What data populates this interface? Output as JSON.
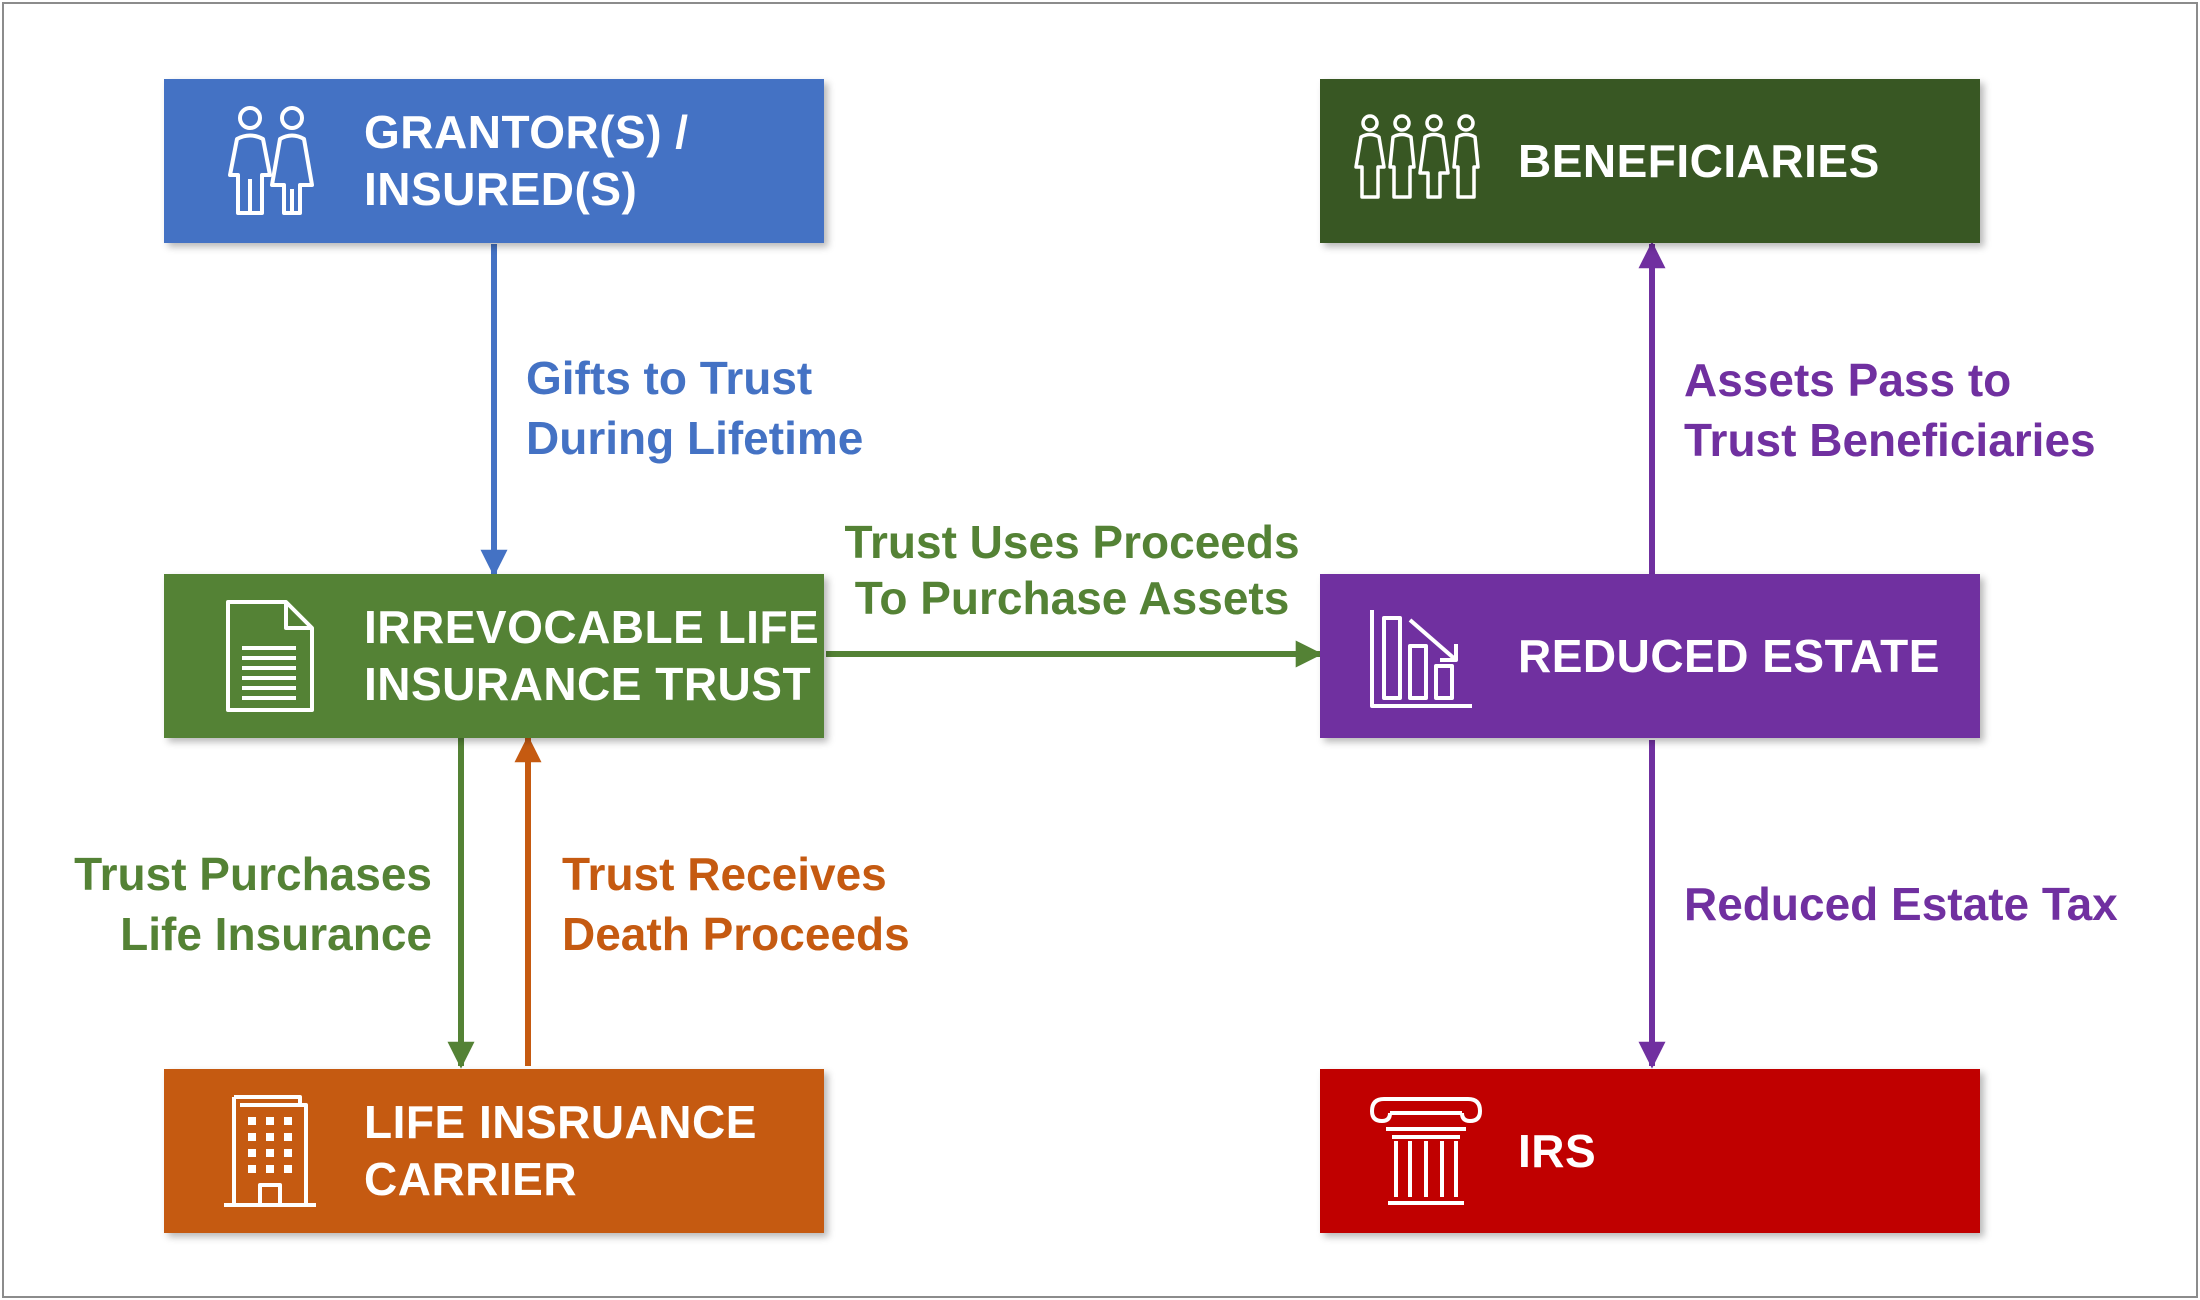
{
  "nodes": {
    "grantor": {
      "label": "GRANTOR(S) /\nINSURED(S)",
      "icon": "couple-icon",
      "color": "#4472c4"
    },
    "beneficiaries": {
      "label": "BENEFICIARIES",
      "icon": "group-of-people-icon",
      "color": "#385723"
    },
    "trust": {
      "label": "IRREVOCABLE LIFE\nINSURANCE TRUST",
      "icon": "document-icon",
      "color": "#548235"
    },
    "reduced_estate": {
      "label": "REDUCED ESTATE",
      "icon": "declining-bar-chart-icon",
      "color": "#7030a0"
    },
    "carrier": {
      "label": "LIFE INSRUANCE\nCARRIER",
      "icon": "office-building-icon",
      "color": "#c55a11"
    },
    "irs": {
      "label": "IRS",
      "icon": "column-pillar-icon",
      "color": "#c00000"
    }
  },
  "edges": {
    "gifts": {
      "label": "Gifts to Trust\nDuring Lifetime",
      "color": "#4472c4"
    },
    "uses_proceeds": {
      "label": "Trust Uses Proceeds\nTo Purchase Assets",
      "color": "#548235"
    },
    "assets_pass": {
      "label": "Assets Pass to\nTrust Beneficiaries",
      "color": "#7030a0"
    },
    "purchases": {
      "label": "Trust Purchases\nLife Insurance",
      "color": "#548235"
    },
    "receives": {
      "label": "Trust Receives\nDeath Proceeds",
      "color": "#c55a11"
    },
    "estate_tax": {
      "label": "Reduced Estate Tax",
      "color": "#7030a0"
    }
  }
}
